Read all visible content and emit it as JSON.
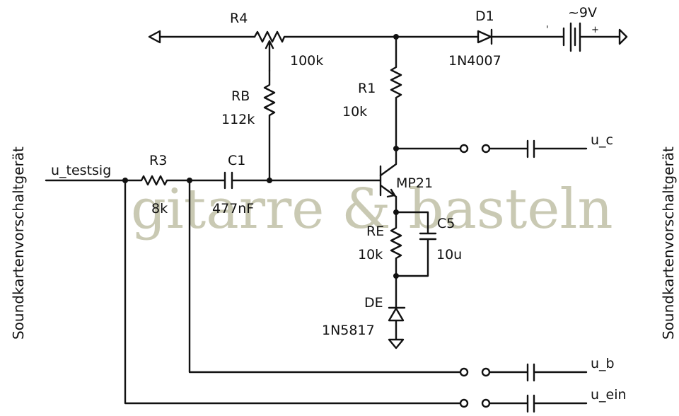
{
  "watermark": "gitarre & basteln",
  "side_labels": {
    "left": "Soundkartenvorschaltgerät",
    "right": "Soundkartenvorschaltgerät"
  },
  "components": {
    "r4": {
      "name": "R4",
      "value": "100k"
    },
    "rb": {
      "name": "RB",
      "value": "112k"
    },
    "r1": {
      "name": "R1",
      "value": "10k"
    },
    "d1": {
      "name": "D1",
      "value": "1N4007"
    },
    "battery": {
      "value": "~9V",
      "minus": "'",
      "plus": "+"
    },
    "r3": {
      "name": "R3",
      "value": "8k"
    },
    "c1": {
      "name": "C1",
      "value": "477nF"
    },
    "q": {
      "name": "MP21"
    },
    "re": {
      "name": "RE",
      "value": "10k"
    },
    "c5": {
      "name": "C5",
      "value": "10u"
    },
    "de": {
      "name": "DE",
      "value": "1N5817"
    }
  },
  "signals": {
    "input": "u_testsig",
    "uc": "u_c",
    "ub": "u_b",
    "uein": "u_ein"
  }
}
